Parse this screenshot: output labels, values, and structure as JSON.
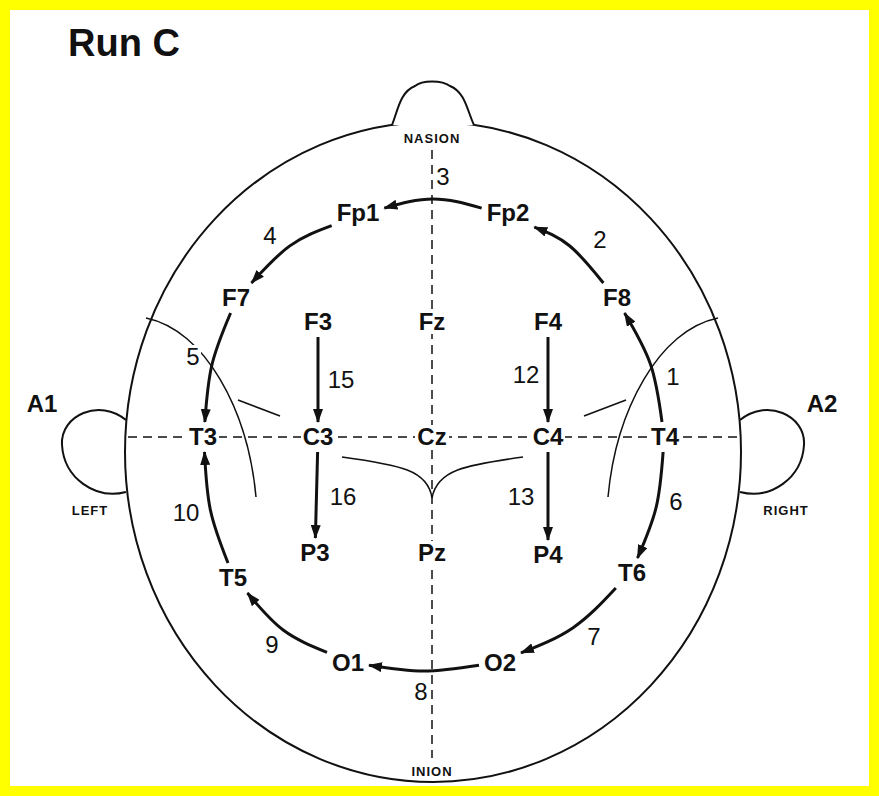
{
  "diagram": {
    "title": "Run C",
    "nodes": [
      {
        "text": [
          "Fp1"
        ]
      },
      {
        "text": [
          "Fp2"
        ]
      },
      {
        "text": [
          "F7"
        ]
      },
      {
        "text": [
          "F3"
        ]
      },
      {
        "text": [
          "Fz"
        ]
      },
      {
        "text": [
          "F4"
        ]
      },
      {
        "text": [
          "F8"
        ]
      },
      {
        "text": [
          "A1"
        ]
      },
      {
        "text": [
          "T3"
        ]
      },
      {
        "text": [
          "C3"
        ]
      },
      {
        "text": [
          "Cz"
        ]
      },
      {
        "text": [
          "C4"
        ]
      },
      {
        "text": [
          "T4"
        ]
      },
      {
        "text": [
          "A2"
        ]
      },
      {
        "text": [
          "T5"
        ]
      },
      {
        "text": [
          "P3"
        ]
      },
      {
        "text": [
          "Pz"
        ]
      },
      {
        "text": [
          "P4"
        ]
      },
      {
        "text": [
          "T6"
        ]
      },
      {
        "text": [
          "O1"
        ]
      },
      {
        "text": [
          "O2"
        ]
      }
    ],
    "edges": [
      {
        "from": 12,
        "to": 6,
        "arrow": "to",
        "label": "1"
      },
      {
        "from": 6,
        "to": 1,
        "arrow": "to",
        "label": "2"
      },
      {
        "from": 1,
        "to": 0,
        "arrow": "to",
        "label": "3"
      },
      {
        "from": 0,
        "to": 2,
        "arrow": "to",
        "label": "4"
      },
      {
        "from": 2,
        "to": 8,
        "arrow": "to",
        "label": "5"
      },
      {
        "from": 12,
        "to": 18,
        "arrow": "to",
        "label": "6"
      },
      {
        "from": 18,
        "to": 20,
        "arrow": "to",
        "label": "7"
      },
      {
        "from": 20,
        "to": 19,
        "arrow": "to",
        "label": "8"
      },
      {
        "from": 19,
        "to": 14,
        "arrow": "to",
        "label": "9"
      },
      {
        "from": 14,
        "to": 8,
        "arrow": "to",
        "label": "10"
      },
      {
        "from": 5,
        "to": 11,
        "arrow": "to",
        "label": "12"
      },
      {
        "from": 11,
        "to": 17,
        "arrow": "to",
        "label": "13"
      },
      {
        "from": 3,
        "to": 9,
        "arrow": "to",
        "label": "15"
      },
      {
        "from": 9,
        "to": 15,
        "arrow": "to",
        "label": "16"
      }
    ],
    "labels": [
      "NASION",
      "INION",
      "LEFT",
      "RIGHT"
    ]
  }
}
